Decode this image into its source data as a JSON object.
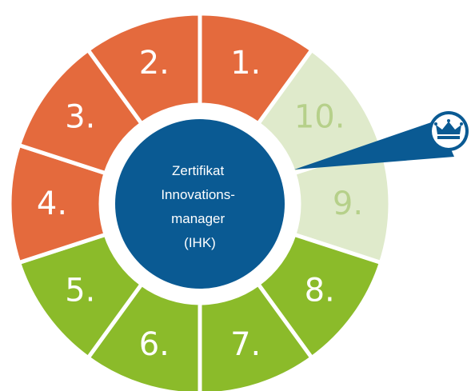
{
  "center": {
    "lines": [
      "Zertifikat",
      "Innovations-",
      "manager",
      "(IHK)"
    ],
    "color": "#0a5a93"
  },
  "segments": [
    {
      "label": "1.",
      "status": "orange"
    },
    {
      "label": "10.",
      "status": "pale"
    },
    {
      "label": "9.",
      "status": "pale"
    },
    {
      "label": "8.",
      "status": "green"
    },
    {
      "label": "7.",
      "status": "green"
    },
    {
      "label": "6.",
      "status": "green"
    },
    {
      "label": "5.",
      "status": "green"
    },
    {
      "label": "4.",
      "status": "orange"
    },
    {
      "label": "3.",
      "status": "orange"
    },
    {
      "label": "2.",
      "status": "orange"
    }
  ],
  "colors": {
    "orange": "#e46a3d",
    "green": "#8bbb2a",
    "pale": "#dfeacb",
    "pale_text": "#b6d08a",
    "white_text": "#ffffff",
    "pointer": "#0a5a93"
  },
  "badge_icon": "crown-icon"
}
